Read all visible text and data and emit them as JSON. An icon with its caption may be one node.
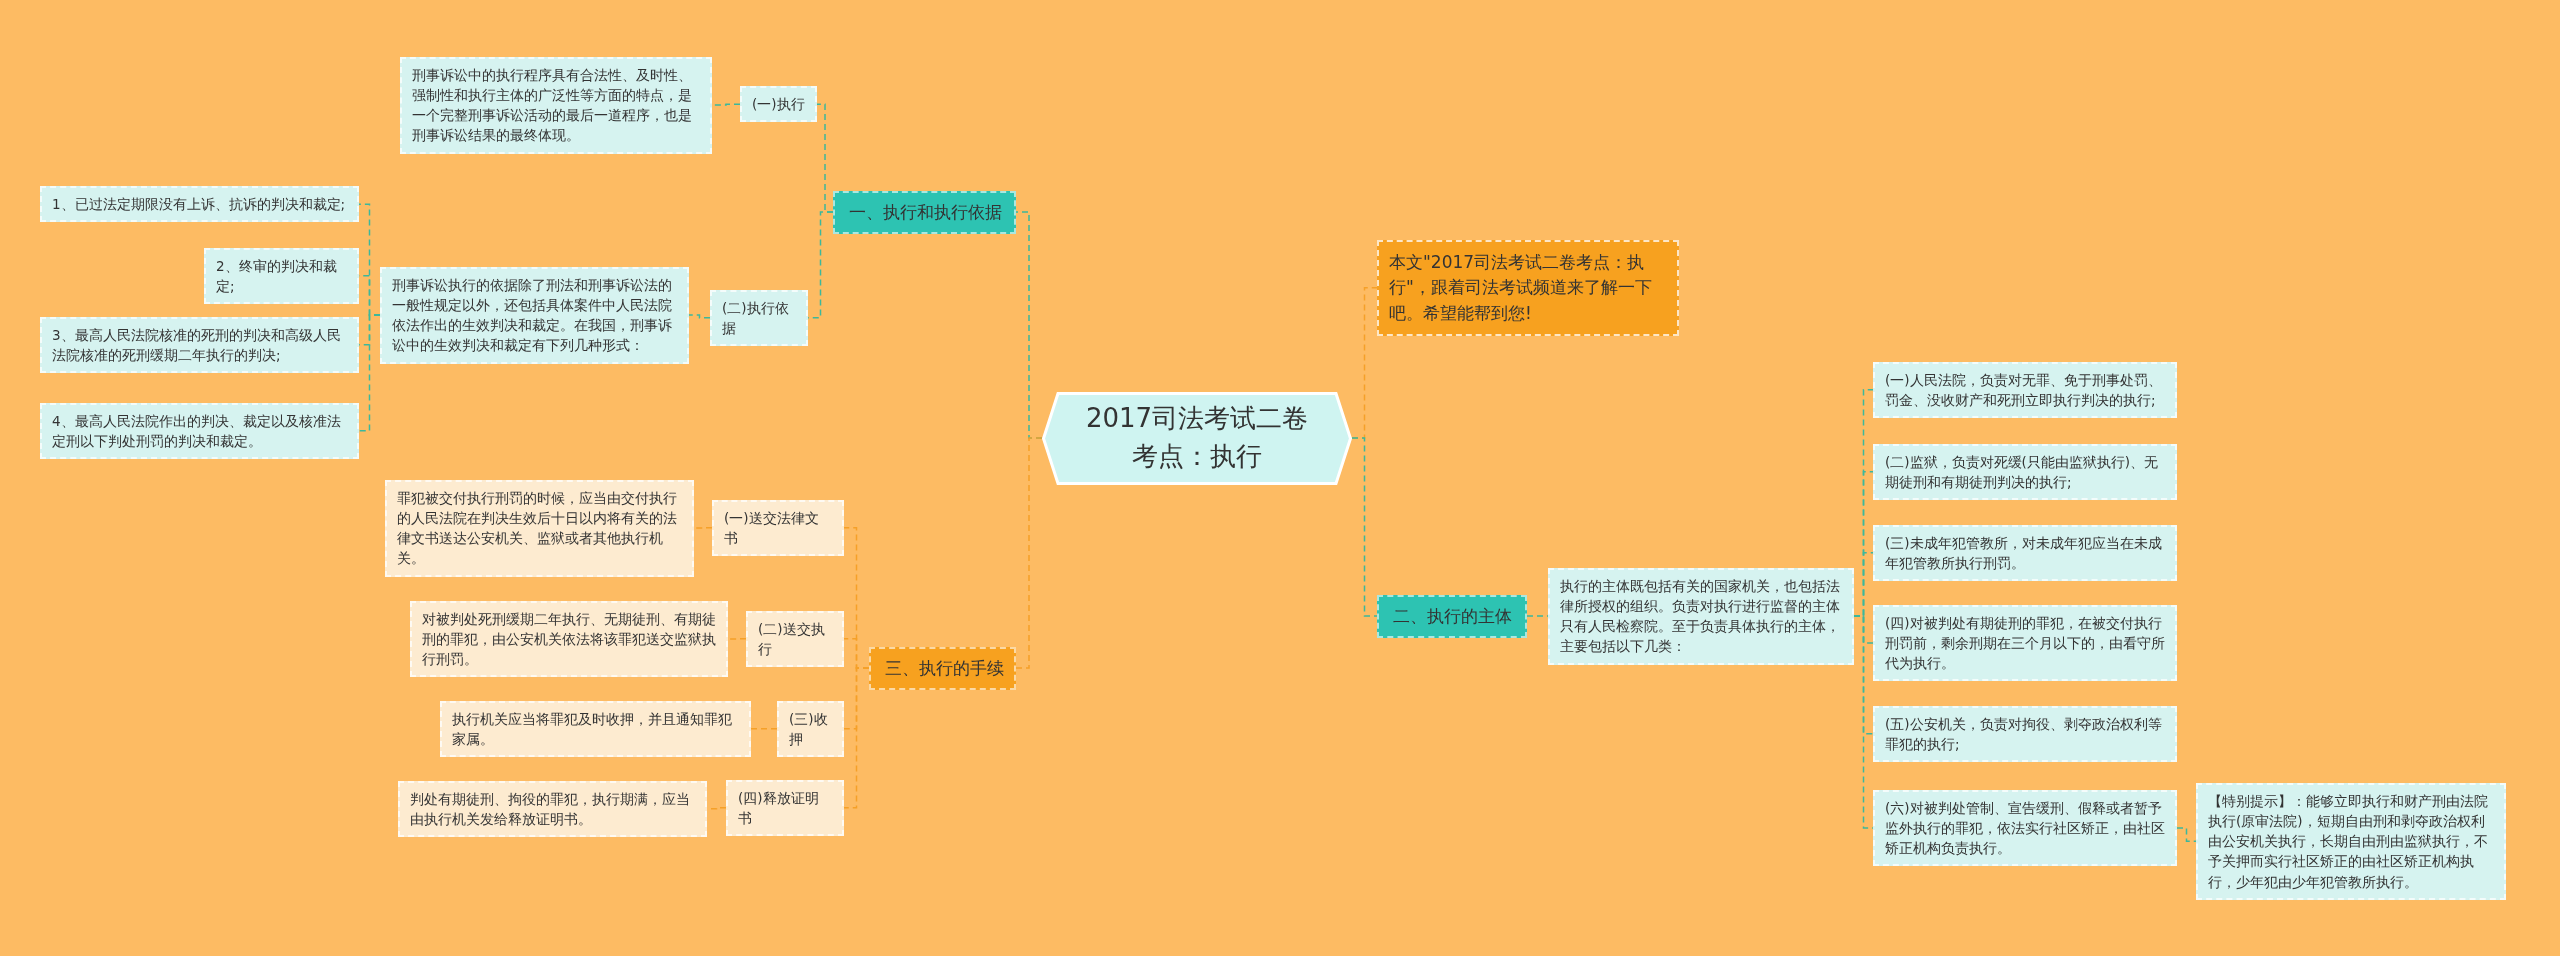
{
  "diagram": {
    "nodes": [
      {
        "text": [
          "2017司法考试二卷考点：执行"
        ]
      },
      {
        "text": [
          "一、执行和执行依据"
        ]
      },
      {
        "text": [
          "(一)执行"
        ]
      },
      {
        "text": [
          "刑事诉讼中的执行程序具有合法性、及时性、强制性和执行主体的广泛性等方面的特点，是一个完整刑事诉讼活动的最后一道程序，也是刑事诉讼结果的最终体现。"
        ]
      },
      {
        "text": [
          "(二)执行依据"
        ]
      },
      {
        "text": [
          "刑事诉讼执行的依据除了刑法和刑事诉讼法的一般性规定以外，还包括具体案件中人民法院依法作出的生效判决和裁定。在我国，刑事诉讼中的生效判决和裁定有下列几种形式："
        ]
      },
      {
        "text": [
          "1、已过法定期限没有上诉、抗诉的判决和裁定;"
        ]
      },
      {
        "text": [
          "2、终审的判决和裁定;"
        ]
      },
      {
        "text": [
          "3、最高人民法院核准的死刑的判决和高级人民法院核准的死刑缓期二年执行的判决;"
        ]
      },
      {
        "text": [
          "4、最高人民法院作出的判决、裁定以及核准法定刑以下判处刑罚的判决和裁定。"
        ]
      },
      {
        "text": [
          "三、执行的手续"
        ]
      },
      {
        "text": [
          "(一)送交法律文书"
        ]
      },
      {
        "text": [
          "罪犯被交付执行刑罚的时候，应当由交付执行的人民法院在判决生效后十日以内将有关的法律文书送达公安机关、监狱或者其他执行机关。"
        ]
      },
      {
        "text": [
          "(二)送交执行"
        ]
      },
      {
        "text": [
          "对被判处死刑缓期二年执行、无期徒刑、有期徒刑的罪犯，由公安机关依法将该罪犯送交监狱执行刑罚。"
        ]
      },
      {
        "text": [
          "(三)收押"
        ]
      },
      {
        "text": [
          "执行机关应当将罪犯及时收押，并且通知罪犯家属。"
        ]
      },
      {
        "text": [
          "(四)释放证明书"
        ]
      },
      {
        "text": [
          "判处有期徒刑、拘役的罪犯，执行期满，应当由执行机关发给释放证明书。"
        ]
      },
      {
        "text": [
          "本文\"2017司法考试二卷考点：执行\"，跟着司法考试频道来了解一下吧。希望能帮到您!"
        ]
      },
      {
        "text": [
          "二、执行的主体"
        ]
      },
      {
        "text": [
          "执行的主体既包括有关的国家机关，也包括法律所授权的组织。负责对执行进行监督的主体只有人民检察院。至于负责具体执行的主体，主要包括以下几类："
        ]
      },
      {
        "text": [
          "(一)人民法院，负责对无罪、免于刑事处罚、罚金、没收财产和死刑立即执行判决的执行;"
        ]
      },
      {
        "text": [
          "(二)监狱，负责对死缓(只能由监狱执行)、无期徒刑和有期徒刑判决的执行;"
        ]
      },
      {
        "text": [
          "(三)未成年犯管教所，对未成年犯应当在未成年犯管教所执行刑罚。"
        ]
      },
      {
        "text": [
          "(四)对被判处有期徒刑的罪犯，在被交付执行刑罚前，剩余刑期在三个月以下的，由看守所代为执行。"
        ]
      },
      {
        "text": [
          "(五)公安机关，负责对拘役、剥夺政治权利等罪犯的执行;"
        ]
      },
      {
        "text": [
          "(六)对被判处管制、宣告缓刑、假释或者暂予监外执行的罪犯，依法实行社区矫正，由社区矫正机构负责执行。"
        ]
      },
      {
        "text": [
          "【特别提示】：能够立即执行和财产刑由法院执行(原审法院)，短期自由刑和剥夺政治权利由公安机关执行，长期自由刑由监狱执行，不予关押而实行社区矫正的由社区矫正机构执行，少年犯由少年犯管教所执行。"
        ]
      }
    ],
    "edges": [
      {
        "from": 0,
        "to": 1,
        "arrow": "none",
        "style": "dashed"
      },
      {
        "from": 1,
        "to": 2,
        "arrow": "none",
        "style": "dashed"
      },
      {
        "from": 2,
        "to": 3,
        "arrow": "none",
        "style": "dashed"
      },
      {
        "from": 1,
        "to": 4,
        "arrow": "none",
        "style": "dashed"
      },
      {
        "from": 4,
        "to": 5,
        "arrow": "none",
        "style": "dashed"
      },
      {
        "from": 5,
        "to": 6,
        "arrow": "none",
        "style": "dashed"
      },
      {
        "from": 5,
        "to": 7,
        "arrow": "none",
        "style": "dashed"
      },
      {
        "from": 5,
        "to": 8,
        "arrow": "none",
        "style": "dashed"
      },
      {
        "from": 5,
        "to": 9,
        "arrow": "none",
        "style": "dashed"
      },
      {
        "from": 0,
        "to": 10,
        "arrow": "none",
        "style": "dashed",
        "color": "#f5a028"
      },
      {
        "from": 10,
        "to": 11,
        "arrow": "none",
        "style": "dashed",
        "color": "#f5a028"
      },
      {
        "from": 11,
        "to": 12,
        "arrow": "none",
        "style": "dashed",
        "color": "#f5a028"
      },
      {
        "from": 10,
        "to": 13,
        "arrow": "none",
        "style": "dashed",
        "color": "#f5a028"
      },
      {
        "from": 13,
        "to": 14,
        "arrow": "none",
        "style": "dashed",
        "color": "#f5a028"
      },
      {
        "from": 10,
        "to": 15,
        "arrow": "none",
        "style": "dashed",
        "color": "#f5a028"
      },
      {
        "from": 15,
        "to": 16,
        "arrow": "none",
        "style": "dashed",
        "color": "#f5a028"
      },
      {
        "from": 10,
        "to": 17,
        "arrow": "none",
        "style": "dashed",
        "color": "#f5a028"
      },
      {
        "from": 17,
        "to": 18,
        "arrow": "none",
        "style": "dashed",
        "color": "#f5a028"
      },
      {
        "from": 0,
        "to": 19,
        "arrow": "none",
        "style": "dashed",
        "color": "#f5a028"
      },
      {
        "from": 0,
        "to": 20,
        "arrow": "none",
        "style": "dashed"
      },
      {
        "from": 20,
        "to": 21,
        "arrow": "none",
        "style": "dashed"
      },
      {
        "from": 21,
        "to": 22,
        "arrow": "none",
        "style": "dashed"
      },
      {
        "from": 21,
        "to": 23,
        "arrow": "none",
        "style": "dashed"
      },
      {
        "from": 21,
        "to": 24,
        "arrow": "none",
        "style": "dashed"
      },
      {
        "from": 21,
        "to": 25,
        "arrow": "none",
        "style": "dashed"
      },
      {
        "from": 21,
        "to": 26,
        "arrow": "none",
        "style": "dashed"
      },
      {
        "from": 21,
        "to": 27,
        "arrow": "none",
        "style": "dashed"
      },
      {
        "from": 27,
        "to": 28,
        "arrow": "none",
        "style": "dashed"
      }
    ]
  }
}
